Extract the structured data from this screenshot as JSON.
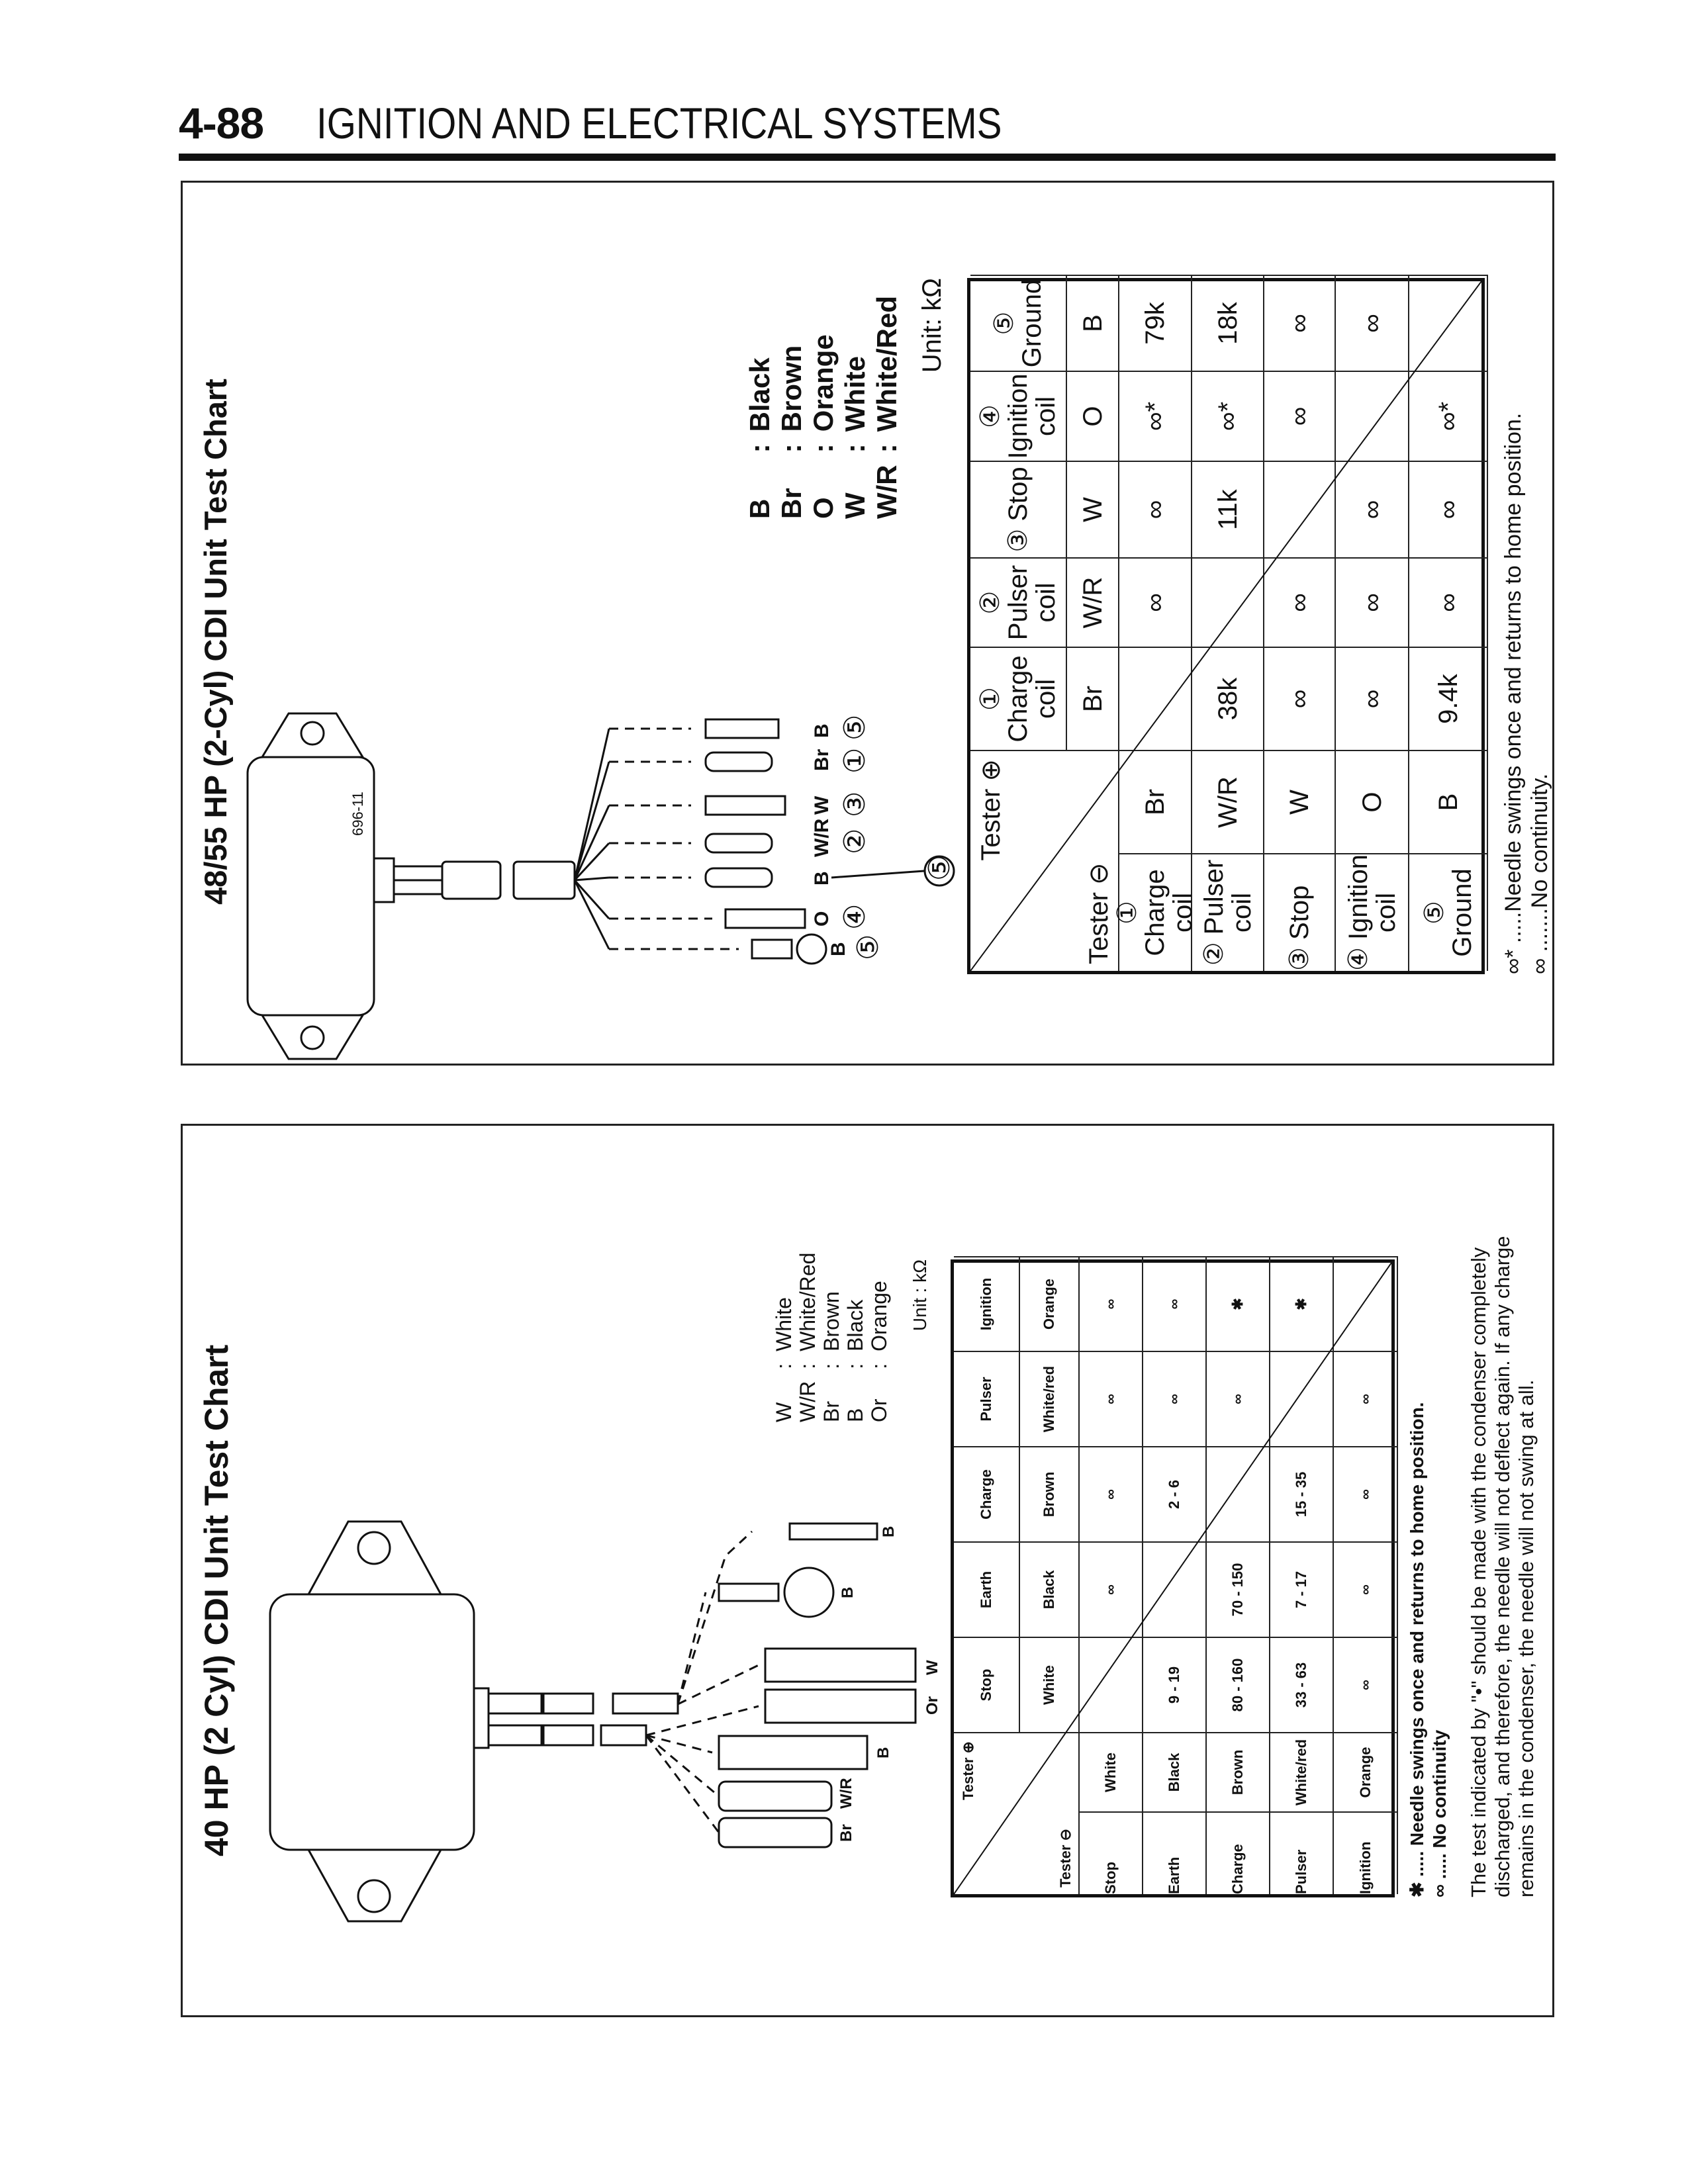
{
  "header": {
    "page_number": "4-88",
    "section": "IGNITION AND ELECTRICAL SYSTEMS"
  },
  "chart_top": {
    "title": "48/55 HP (2-Cyl) CDI Unit Test Chart",
    "part_number": "696-11",
    "wires": [
      {
        "code": "B",
        "num": "⑤"
      },
      {
        "code": "Br",
        "num": "①"
      },
      {
        "code": "W",
        "num": "③"
      },
      {
        "code": "W/R",
        "num": "②"
      },
      {
        "code": "B",
        "num": "⑤"
      },
      {
        "code": "O",
        "num": "④"
      },
      {
        "code": "B",
        "num": "⑤"
      }
    ],
    "legend": [
      {
        "code": "B",
        "sep": ":",
        "name": "Black"
      },
      {
        "code": "Br",
        "sep": ":",
        "name": "Brown"
      },
      {
        "code": "O",
        "sep": ":",
        "name": "Orange"
      },
      {
        "code": "W",
        "sep": ":",
        "name": "White"
      },
      {
        "code": "W/R",
        "sep": ":",
        "name": "White/Red"
      }
    ],
    "unit": "Unit: kΩ",
    "table": {
      "corner_plus": "Tester ⊕",
      "corner_minus": "Tester ⊖",
      "columns": [
        {
          "label": "① Charge coil",
          "code": "Br"
        },
        {
          "label": "② Pulser coil",
          "code": "W/R"
        },
        {
          "label": "③ Stop",
          "code": "W"
        },
        {
          "label": "④ Ignition coil",
          "code": "O"
        },
        {
          "label": "⑤ Ground",
          "code": "B"
        }
      ],
      "rows": [
        {
          "label": "① Charge coil",
          "code": "Br",
          "values": [
            "",
            "∞",
            "∞",
            "∞*",
            "79k"
          ]
        },
        {
          "label": "② Pulser coil",
          "code": "W/R",
          "values": [
            "38k",
            "",
            "11k",
            "∞*",
            "18k"
          ]
        },
        {
          "label": "③ Stop",
          "code": "W",
          "values": [
            "∞",
            "∞",
            "",
            "∞",
            "∞"
          ]
        },
        {
          "label": "④ Ignition coil",
          "code": "O",
          "values": [
            "∞",
            "∞",
            "∞",
            "",
            "∞"
          ]
        },
        {
          "label": "⑤ Ground",
          "code": "B",
          "values": [
            "9.4k",
            "∞",
            "∞",
            "∞*",
            ""
          ]
        }
      ]
    },
    "footnotes": [
      "∞* .....Needle swings once and returns to home position.",
      "∞ .......No continuity."
    ]
  },
  "chart_bottom": {
    "title": "40 HP (2 Cyl) CDI Unit Test Chart",
    "wires": [
      "B",
      "B",
      "W",
      "Or",
      "B",
      "W/R",
      "Br"
    ],
    "legend": [
      {
        "code": "W",
        "sep": ":",
        "name": "White"
      },
      {
        "code": "W/R",
        "sep": ":",
        "name": "White/Red"
      },
      {
        "code": "Br",
        "sep": ":",
        "name": "Brown"
      },
      {
        "code": "B",
        "sep": ":",
        "name": "Black"
      },
      {
        "code": "Or",
        "sep": ":",
        "name": "Orange"
      }
    ],
    "unit": "Unit : kΩ",
    "table": {
      "corner_plus": "Tester ⊕",
      "corner_minus": "Tester ⊖",
      "columns": [
        {
          "label": "Stop",
          "code": "White"
        },
        {
          "label": "Earth",
          "code": "Black"
        },
        {
          "label": "Charge",
          "code": "Brown"
        },
        {
          "label": "Pulser",
          "code": "White/red"
        },
        {
          "label": "Ignition",
          "code": "Orange"
        }
      ],
      "rows": [
        {
          "label": "Stop",
          "code": "White",
          "values": [
            "",
            "∞",
            "∞",
            "∞",
            "∞"
          ]
        },
        {
          "label": "Earth",
          "code": "Black",
          "values": [
            "9 - 19",
            "",
            "2 - 6",
            "∞",
            "∞"
          ]
        },
        {
          "label": "Charge",
          "code": "Brown",
          "values": [
            "80 - 160",
            "70 - 150",
            "",
            "∞",
            "✱"
          ]
        },
        {
          "label": "Pulser",
          "code": "White/red",
          "values": [
            "33 - 63",
            "7 - 17",
            "15 - 35",
            "",
            "✱"
          ]
        },
        {
          "label": "Ignition",
          "code": "Orange",
          "values": [
            "∞",
            "∞",
            "∞",
            "∞",
            ""
          ]
        }
      ]
    },
    "footnotes": [
      "✱ ..... Needle swings once and returns to home position.",
      "∞ ..... No continuity"
    ],
    "note_lines": [
      "The test indicated by \"•\" should be made with the condenser completely",
      "discharged, and therefore, the needle will not deflect again. If any charge",
      "remains in the condenser, the needle will not swing at all."
    ]
  }
}
